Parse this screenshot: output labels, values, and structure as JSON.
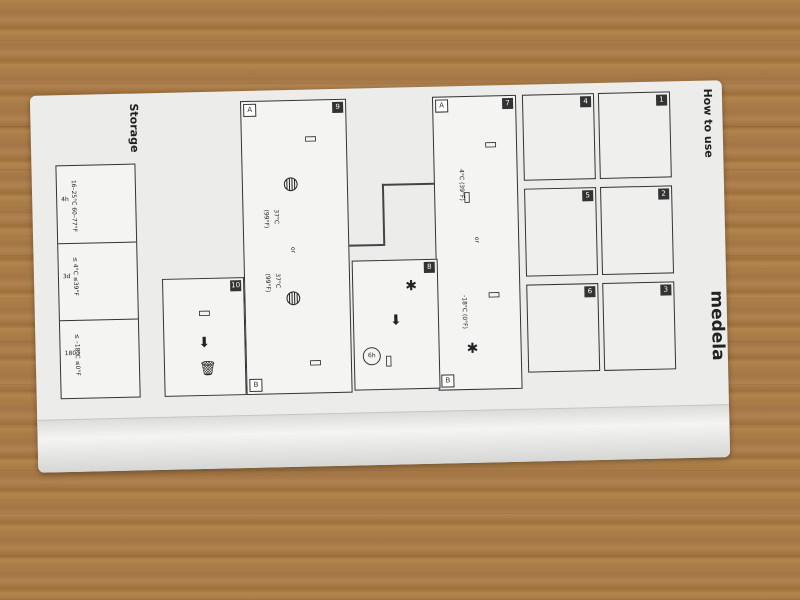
{
  "header": {
    "brand": "medela",
    "how_to_use": "How to use"
  },
  "steps": [
    "1",
    "2",
    "3",
    "4",
    "5",
    "6",
    "7",
    "8",
    "9",
    "10"
  ],
  "step7": {
    "badge_a": "A",
    "badge_b": "B",
    "fridge_temp": "4°C (39°F)",
    "freezer_temp": "-18°C (0°F)",
    "or": "or"
  },
  "step9": {
    "badge_a": "A",
    "badge_b": "B",
    "temp_a": "37°C",
    "temp_a_f": "(99°F)",
    "temp_b": "37°C",
    "temp_b_f": "(99°F)",
    "or": "or"
  },
  "step8": {
    "timer": "6h"
  },
  "storage": {
    "title": "Storage",
    "rows": [
      {
        "duration": "4h",
        "temp": "16–25°C 60–77°F"
      },
      {
        "duration": "3d",
        "temp": "≤ 4°C ≤39°F"
      },
      {
        "duration": "180d",
        "temp": "≤ –18°C ≤0°F"
      }
    ]
  },
  "icons": [
    "bottle-icon",
    "fridge-icon",
    "snowflake-icon",
    "trash-icon",
    "pot-icon",
    "arrow-icon"
  ]
}
